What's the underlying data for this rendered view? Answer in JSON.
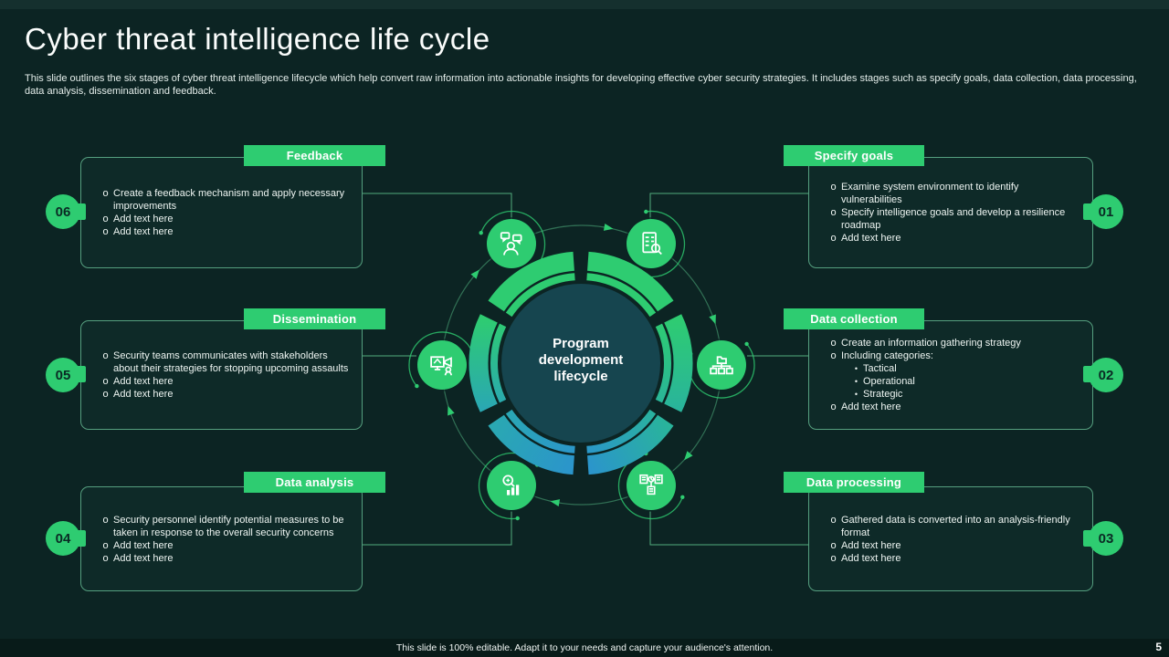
{
  "slide": {
    "title": "Cyber threat intelligence life cycle",
    "subtitle": "This slide outlines the six stages of cyber threat intelligence lifecycle which help convert raw information into actionable insights for developing effective cyber security strategies. It includes stages such as specify goals, data collection, data processing, data analysis, dissemination and feedback.",
    "footer": "This slide is 100% editable.  Adapt it to your needs and capture your audience's attention.",
    "page_number": "5"
  },
  "hub": {
    "label": "Program development lifecycle"
  },
  "stages": [
    {
      "id": "specify-goals",
      "number": "01",
      "label": "Specify goals",
      "icon": "checklist-magnifier-icon",
      "bullets": [
        {
          "marker": "o",
          "text": "Examine system environment to identify vulnerabilities"
        },
        {
          "marker": "o",
          "text": "Specify intelligence goals and develop a resilience roadmap"
        },
        {
          "marker": "o",
          "text": "Add text here"
        }
      ]
    },
    {
      "id": "data-collection",
      "number": "02",
      "label": "Data collection",
      "icon": "folder-tree-icon",
      "bullets": [
        {
          "marker": "o",
          "text": "Create an information gathering strategy"
        },
        {
          "marker": "o",
          "text": "Including categories:"
        },
        {
          "marker": "dot",
          "text": "Tactical"
        },
        {
          "marker": "dot",
          "text": "Operational"
        },
        {
          "marker": "dot",
          "text": "Strategic"
        },
        {
          "marker": "o",
          "text": "Add text here"
        }
      ]
    },
    {
      "id": "data-processing",
      "number": "03",
      "label": "Data processing",
      "icon": "server-network-icon",
      "bullets": [
        {
          "marker": "o",
          "text": "Gathered data is converted into an analysis-friendly format"
        },
        {
          "marker": "o",
          "text": "Add text here"
        },
        {
          "marker": "o",
          "text": "Add text here"
        }
      ]
    },
    {
      "id": "data-analysis",
      "number": "04",
      "label": "Data analysis",
      "icon": "magnifier-chart-icon",
      "bullets": [
        {
          "marker": "o",
          "text": "Security personnel identify potential measures to be taken in response to the overall security concerns"
        },
        {
          "marker": "o",
          "text": "Add text here"
        },
        {
          "marker": "o",
          "text": "Add text here"
        }
      ]
    },
    {
      "id": "dissemination",
      "number": "05",
      "label": "Dissemination",
      "icon": "broadcast-monitor-icon",
      "bullets": [
        {
          "marker": "o",
          "text": "Security teams communicates with stakeholders about their strategies for stopping upcoming assaults"
        },
        {
          "marker": "o",
          "text": "Add text here"
        },
        {
          "marker": "o",
          "text": "Add text here"
        }
      ]
    },
    {
      "id": "feedback",
      "number": "06",
      "label": "Feedback",
      "icon": "person-chat-icon",
      "bullets": [
        {
          "marker": "o",
          "text": "Create a feedback mechanism and apply necessary improvements"
        },
        {
          "marker": "o",
          "text": "Add text here"
        },
        {
          "marker": "o",
          "text": "Add text here"
        }
      ]
    }
  ],
  "colors": {
    "background": "#0c2423",
    "accent_green": "#2ecc71",
    "ring_teal": "#29b49b",
    "ring_blue": "#2b95cb",
    "hub_fill": "#16454f"
  }
}
